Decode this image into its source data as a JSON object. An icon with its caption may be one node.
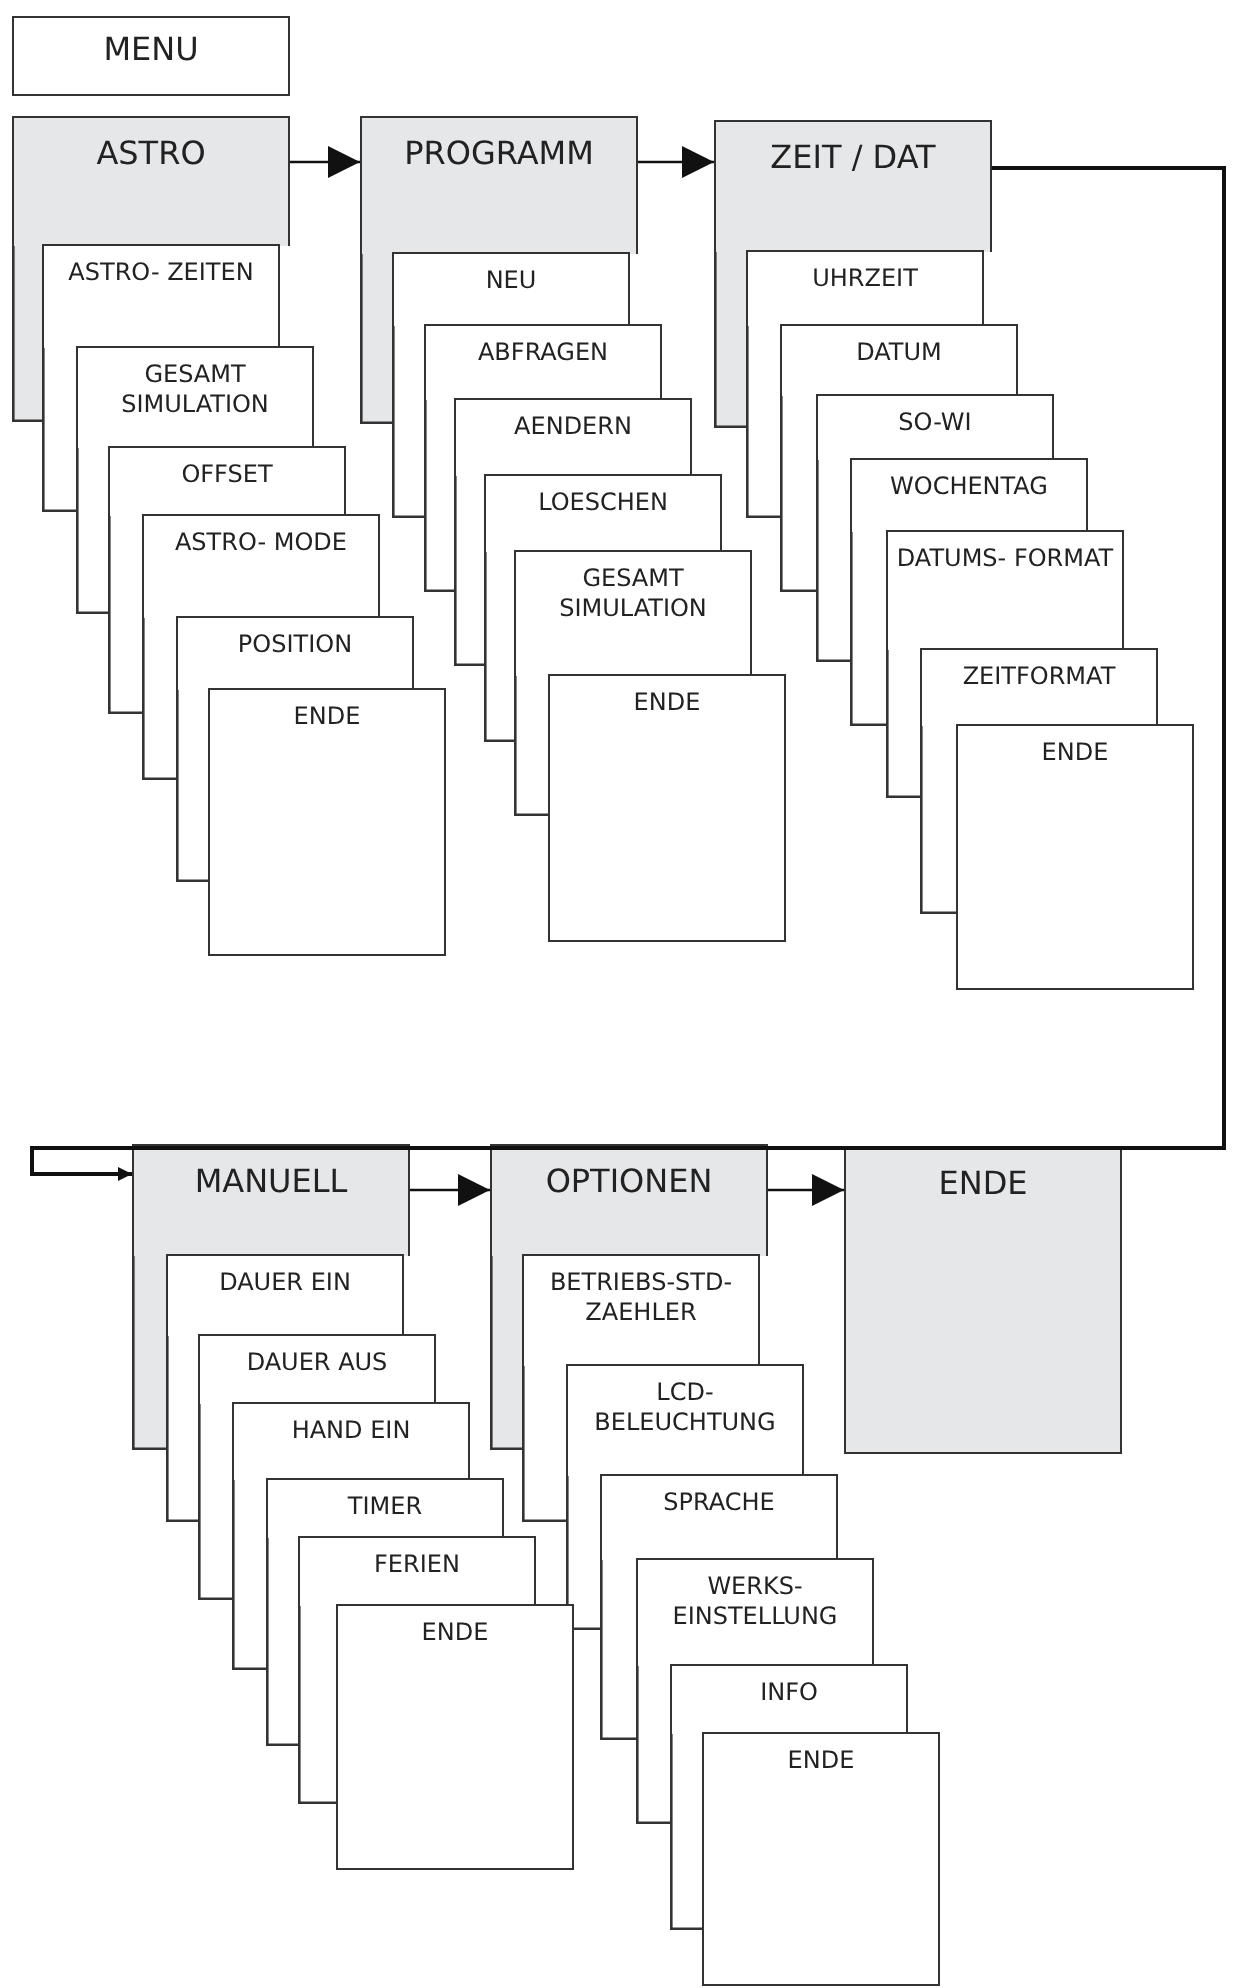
{
  "diagram": {
    "nodes": [
      {
        "text": [
          "MENU"
        ]
      },
      {
        "text": [
          "ASTRO"
        ]
      },
      {
        "text": [
          "ASTRO- ZEITEN"
        ]
      },
      {
        "text": [
          "GESAMT SIMULATION"
        ]
      },
      {
        "text": [
          "OFFSET"
        ]
      },
      {
        "text": [
          "ASTRO- MODE"
        ]
      },
      {
        "text": [
          "POSITION"
        ]
      },
      {
        "text": [
          "ENDE"
        ]
      },
      {
        "text": [
          "PROGRAMM"
        ]
      },
      {
        "text": [
          "NEU"
        ]
      },
      {
        "text": [
          "ABFRAGEN"
        ]
      },
      {
        "text": [
          "AENDERN"
        ]
      },
      {
        "text": [
          "LOESCHEN"
        ]
      },
      {
        "text": [
          "GESAMT SIMULATION"
        ]
      },
      {
        "text": [
          "ENDE"
        ]
      },
      {
        "text": [
          "ZEIT / DAT"
        ]
      },
      {
        "text": [
          "UHRZEIT"
        ]
      },
      {
        "text": [
          "DATUM"
        ]
      },
      {
        "text": [
          "SO-WI"
        ]
      },
      {
        "text": [
          "WOCHENTAG"
        ]
      },
      {
        "text": [
          "DATUMS- FORMAT"
        ]
      },
      {
        "text": [
          "ZEITFORMAT"
        ]
      },
      {
        "text": [
          "ENDE"
        ]
      },
      {
        "text": [
          "MANUELL"
        ]
      },
      {
        "text": [
          "DAUER EIN"
        ]
      },
      {
        "text": [
          "DAUER AUS"
        ]
      },
      {
        "text": [
          "HAND EIN"
        ]
      },
      {
        "text": [
          "TIMER"
        ]
      },
      {
        "text": [
          "FERIEN"
        ]
      },
      {
        "text": [
          "ENDE"
        ]
      },
      {
        "text": [
          "OPTIONEN"
        ]
      },
      {
        "text": [
          "BETRIEBS-STD- ZAEHLER"
        ]
      },
      {
        "text": [
          "LCD- BELEUCHTUNG"
        ]
      },
      {
        "text": [
          "SPRACHE"
        ]
      },
      {
        "text": [
          "WERKS- EINSTELLUNG"
        ]
      },
      {
        "text": [
          "INFO"
        ]
      },
      {
        "text": [
          "ENDE"
        ]
      },
      {
        "text": [
          "ENDE"
        ]
      }
    ],
    "edges": [
      {
        "from": 1,
        "to": 8,
        "arrow": "to"
      },
      {
        "from": 8,
        "to": 15,
        "arrow": "to"
      },
      {
        "from": 15,
        "to": 23,
        "arrow": "to"
      },
      {
        "from": 23,
        "to": 30,
        "arrow": "to"
      },
      {
        "from": 30,
        "to": 37,
        "arrow": "to"
      }
    ]
  }
}
